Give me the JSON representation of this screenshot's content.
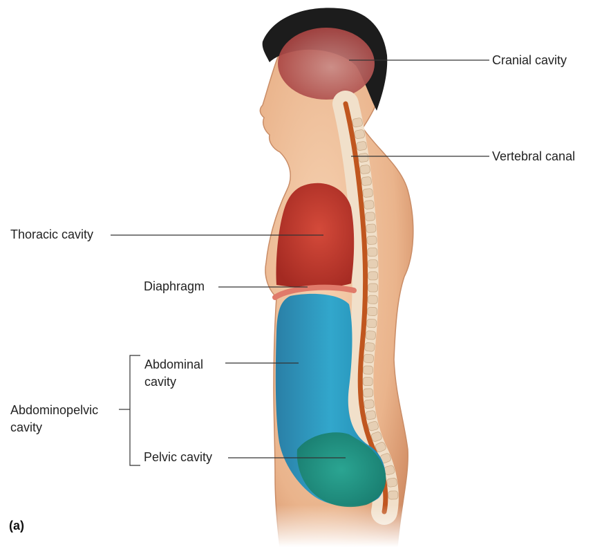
{
  "panel_label": "(a)",
  "labels": {
    "cranial": "Cranial cavity",
    "vertebral": "Vertebral canal",
    "thoracic": "Thoracic cavity",
    "diaphragm": "Diaphragm",
    "abdominal_line1": "Abdominal",
    "abdominal_line2": "cavity",
    "abdominopelvic_line1": "Abdominopelvic",
    "abdominopelvic_line2": "cavity",
    "pelvic": "Pelvic cavity"
  },
  "colors": {
    "skin": "#f0c4a0",
    "skin_shade": "#d89a72",
    "hair": "#1c1c1c",
    "cranial": "#b8524e",
    "thoracic": "#c0392b",
    "diaphragm": "#e07a6a",
    "abdominal": "#1f94b8",
    "pelvic": "#1e8f7a",
    "spinal_canal": "#c0561f",
    "vertebrae": "#f3e3cf",
    "leader_line": "#333333"
  }
}
